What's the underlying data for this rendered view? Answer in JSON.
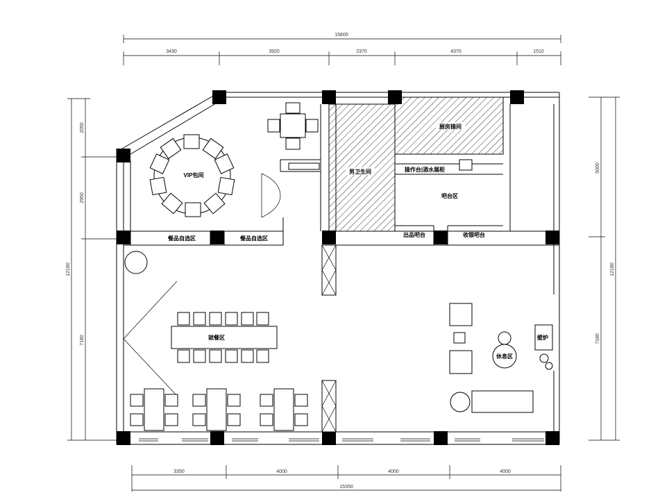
{
  "dimensions": {
    "top_total": "15600",
    "top_segments": [
      "3430",
      "3920",
      "2370",
      "4370",
      "1510"
    ],
    "bottom_segments": [
      "3350",
      "4000",
      "4000",
      "4000"
    ],
    "bottom_total": "15350",
    "left_segments": [
      "2050",
      "2950",
      "7180"
    ],
    "left_total": "12180",
    "right_segments": [
      "5000",
      "7180"
    ],
    "right_total": "12180"
  },
  "rooms": {
    "vip": "VIP包间",
    "buffet_left": "餐品自选区",
    "buffet_right": "餐品自选区",
    "toilet": "男卫生间",
    "kitchen": "厨房操间",
    "bar_counter": "操作台|酒水展柜",
    "bar_area": "吧台区",
    "out_bar": "出品吧台",
    "cashier": "收银吧台",
    "dining": "就餐区",
    "rest": "休息区",
    "fireplace": "壁炉"
  }
}
